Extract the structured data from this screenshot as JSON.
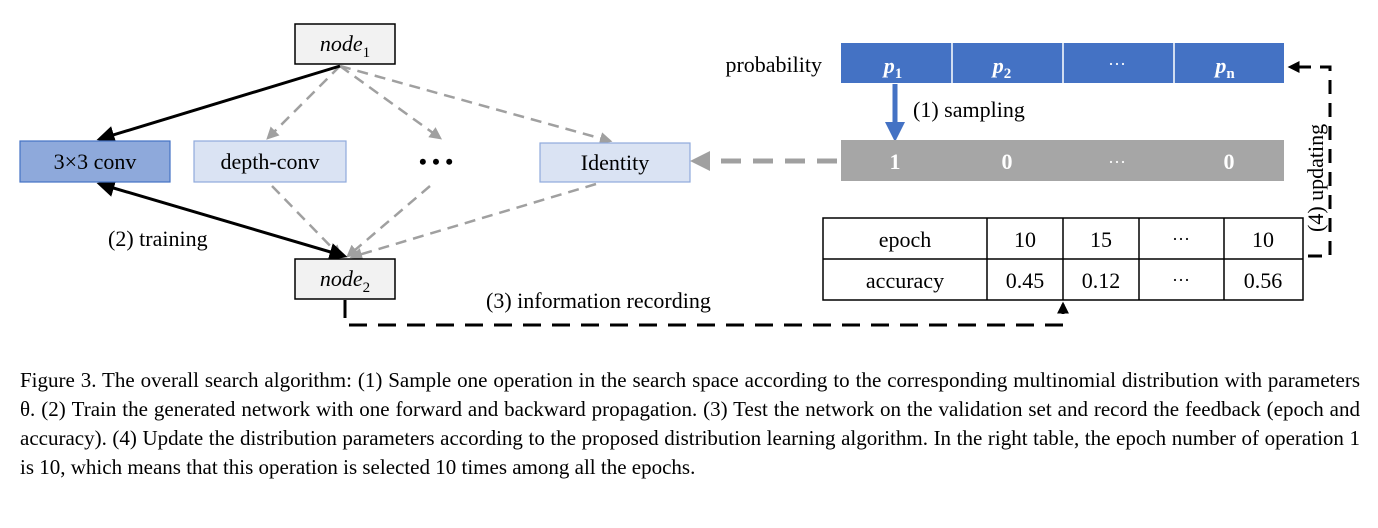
{
  "nodes": {
    "node1": {
      "base": "node",
      "sub": "1"
    },
    "node2": {
      "base": "node",
      "sub": "2"
    }
  },
  "operations": [
    "3×3 conv",
    "depth-conv",
    "• • •",
    "Identity"
  ],
  "edge_labels": {
    "training": "(2) training",
    "sampling": "(1) sampling",
    "recording": "(3) information recording",
    "updating": "(4) updating"
  },
  "probability": {
    "label": "probability",
    "cells": [
      {
        "base": "p",
        "sub": "1"
      },
      {
        "base": "p",
        "sub": "2"
      },
      {
        "base": "···",
        "sub": ""
      },
      {
        "base": "p",
        "sub": "n"
      }
    ]
  },
  "sample_vector": [
    "1",
    "0",
    "···",
    "0"
  ],
  "table": {
    "rows": [
      {
        "label": "epoch",
        "values": [
          "10",
          "15",
          "···",
          "10"
        ]
      },
      {
        "label": "accuracy",
        "values": [
          "0.45",
          "0.12",
          "···",
          "0.56"
        ]
      }
    ]
  },
  "colors": {
    "conv_fill": "#8ea9db",
    "conv_stroke": "#4472c4",
    "light_fill": "#dae3f3",
    "light_stroke": "#8faadc",
    "prob_fill": "#4472c4",
    "sample_fill": "#a6a6a6",
    "dashed_gray": "#a0a0a0"
  },
  "caption": "Figure 3. The overall search algorithm: (1) Sample one operation in the search space according to the corresponding multinomial distribution with parameters θ. (2) Train the generated network with one forward and backward propagation. (3) Test the network on the validation set and record the feedback (epoch and accuracy). (4) Update the distribution parameters according to the proposed distribution learning algorithm. In the right table, the epoch number of operation 1 is 10, which means that this operation is selected 10 times among all the epochs."
}
